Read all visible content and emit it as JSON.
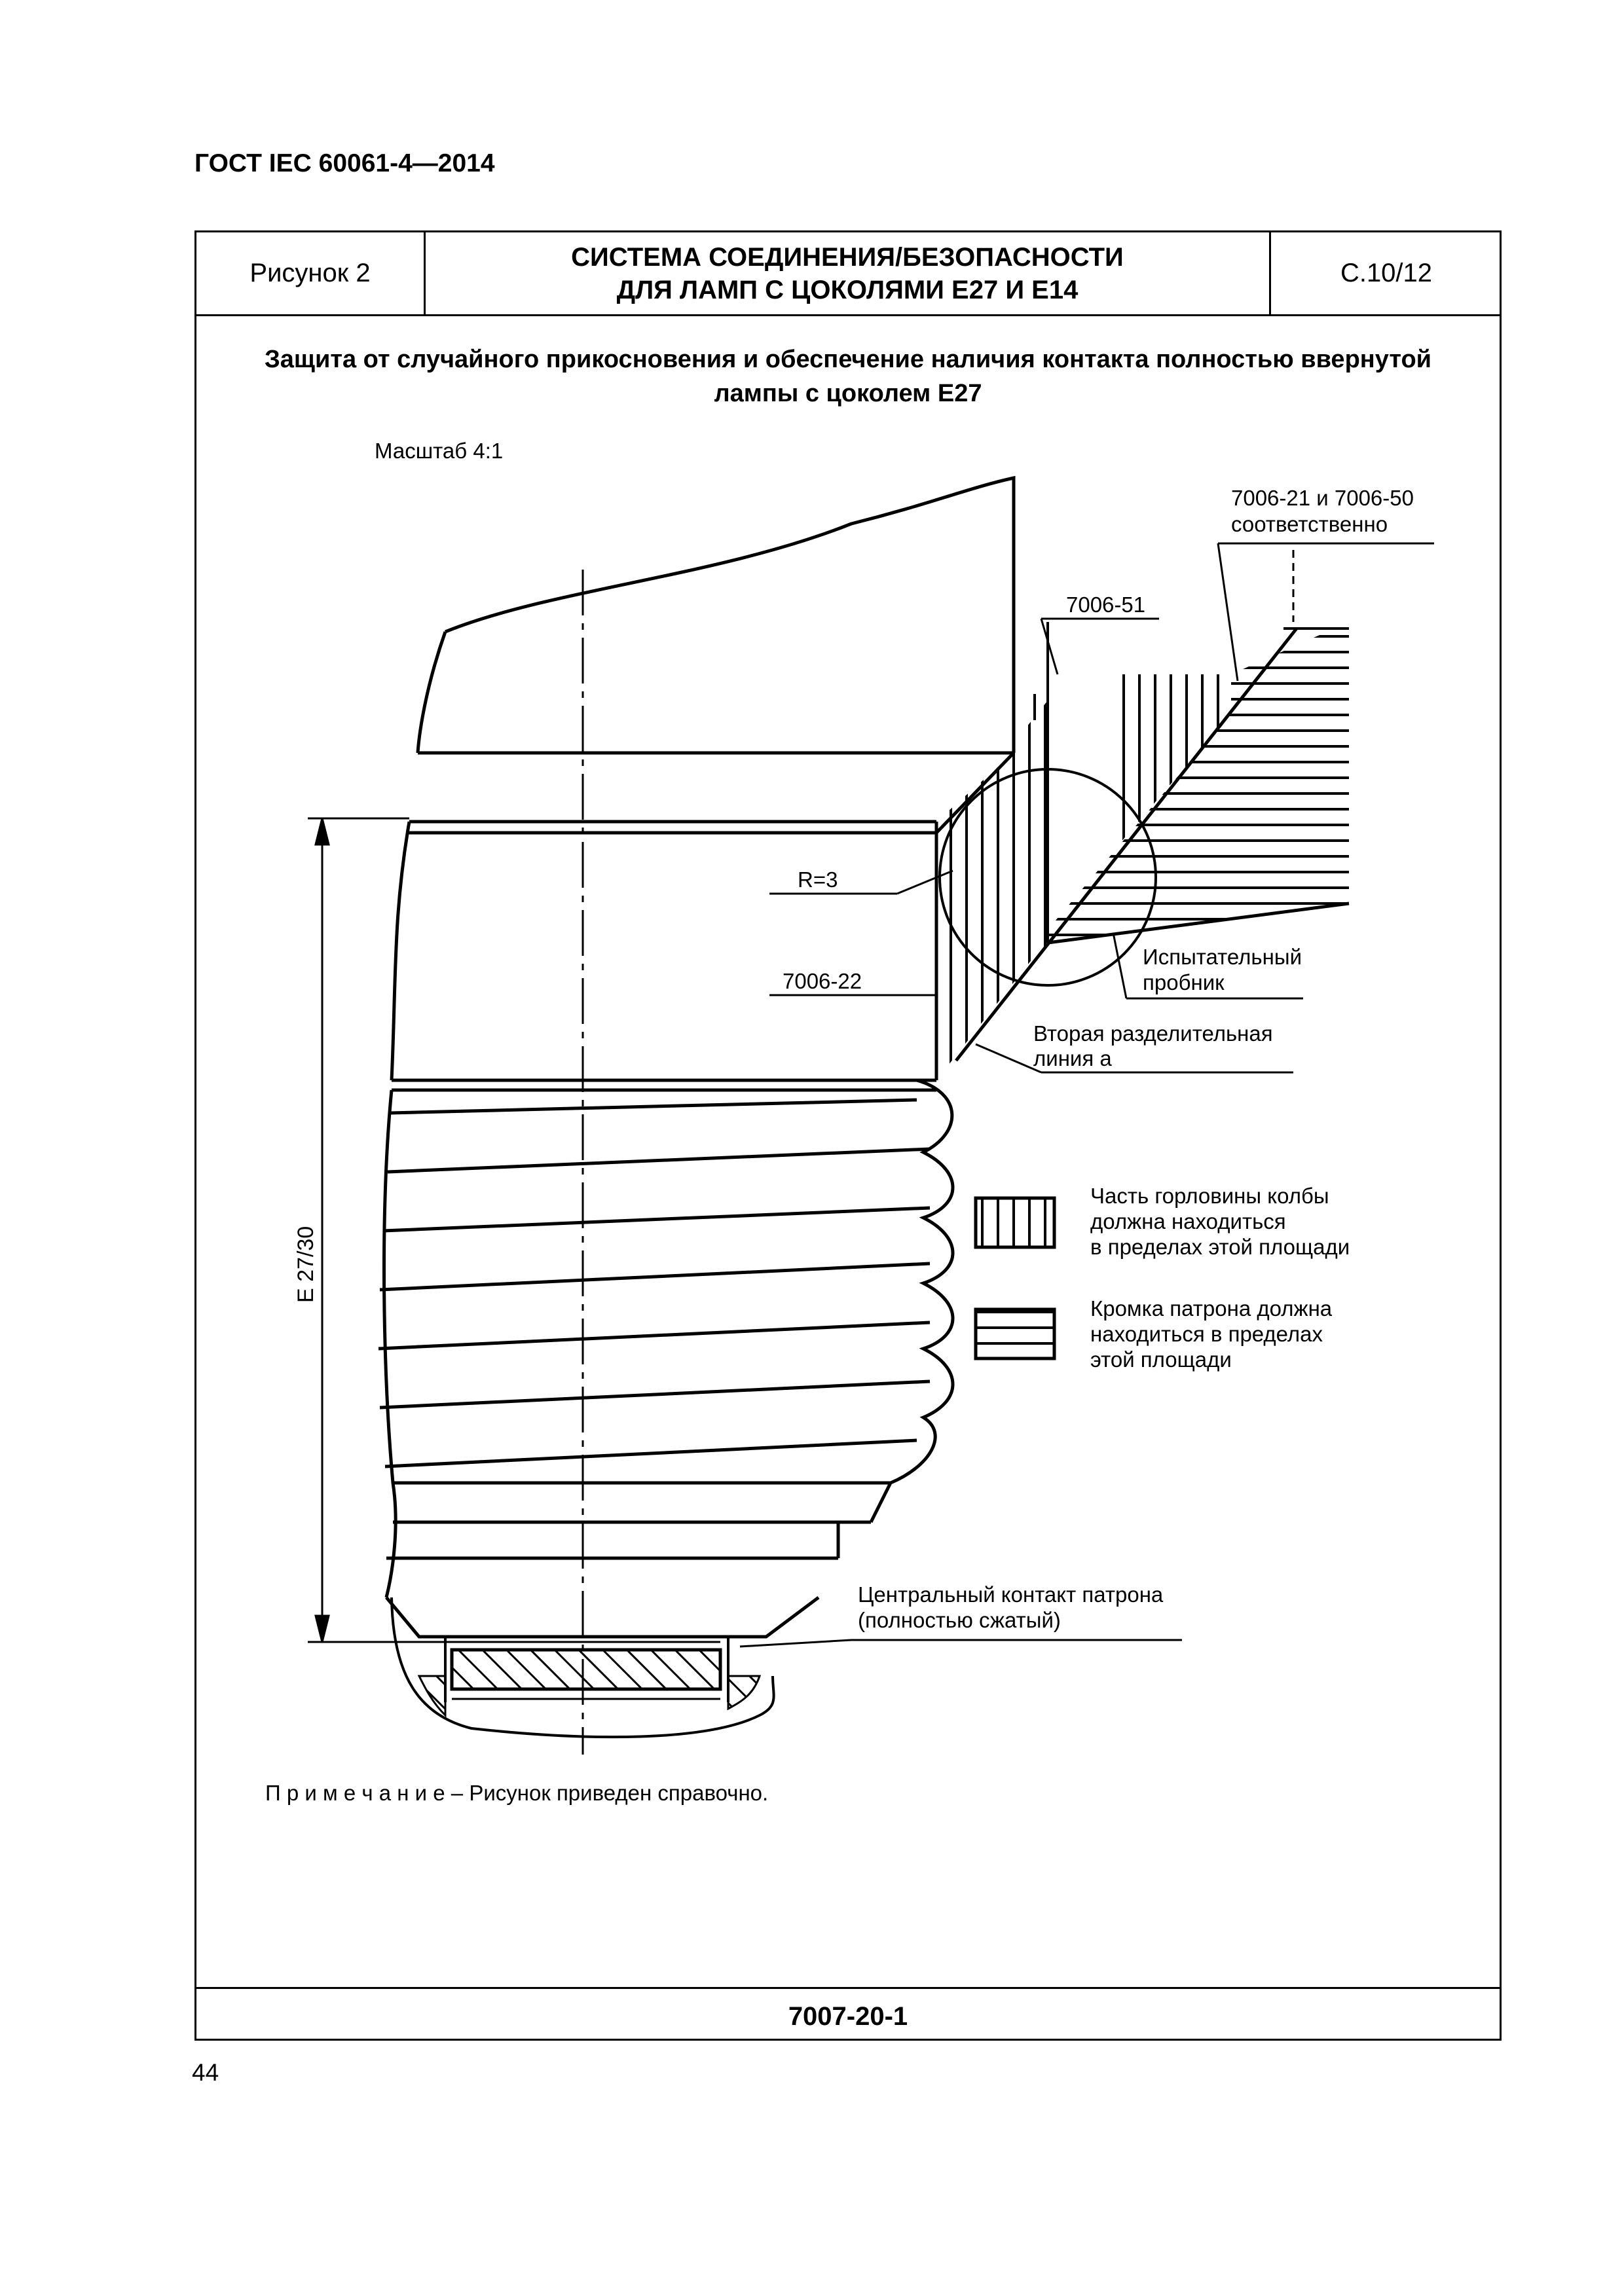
{
  "header": {
    "doc_id": "ГОСТ IEC 60061-4—2014"
  },
  "title_block": {
    "figure_label": "Рисунок 2",
    "title_line1": "СИСТЕМА СОЕДИНЕНИЯ/БЕЗОПАСНОСТИ",
    "title_line2": "ДЛЯ ЛАМП С ЦОКОЛЯМИ E27 И E14",
    "page_ref": "С.10/12"
  },
  "subtitle": {
    "line1": "Защита от случайного прикосновения и обеспечение наличия контакта полностью ввернутой",
    "line2": "лампы с цоколем E27"
  },
  "drawing": {
    "scale": "Масштаб 4:1",
    "callout_7006_21_line1": "7006-21 и 7006-50",
    "callout_7006_21_line2": "соответственно",
    "callout_7006_51": "7006-51",
    "callout_radius": "R=3",
    "callout_7006_22": "7006-22",
    "callout_probe_line1": "Испытательный",
    "callout_probe_line2": "пробник",
    "callout_separation_line1": "Вторая разделительная",
    "callout_separation_line2": "линия a",
    "dimension_label": "E 27/30",
    "legend_vertical_line1": "Часть горловины колбы",
    "legend_vertical_line2": "должна находиться",
    "legend_vertical_line3": "в пределах этой площади",
    "legend_horizontal_line1": "Кромка патрона должна",
    "legend_horizontal_line2": "находиться в пределах",
    "legend_horizontal_line3": "этой площади",
    "callout_contact_line1": "Центральный контакт патрона",
    "callout_contact_line2": "(полностью сжатый)"
  },
  "note": {
    "prefix": "П р и м е ч а н и е",
    "text": " – Рисунок приведен справочно."
  },
  "footer": {
    "sheet_code": "7007-20-1",
    "page_number": "44"
  }
}
